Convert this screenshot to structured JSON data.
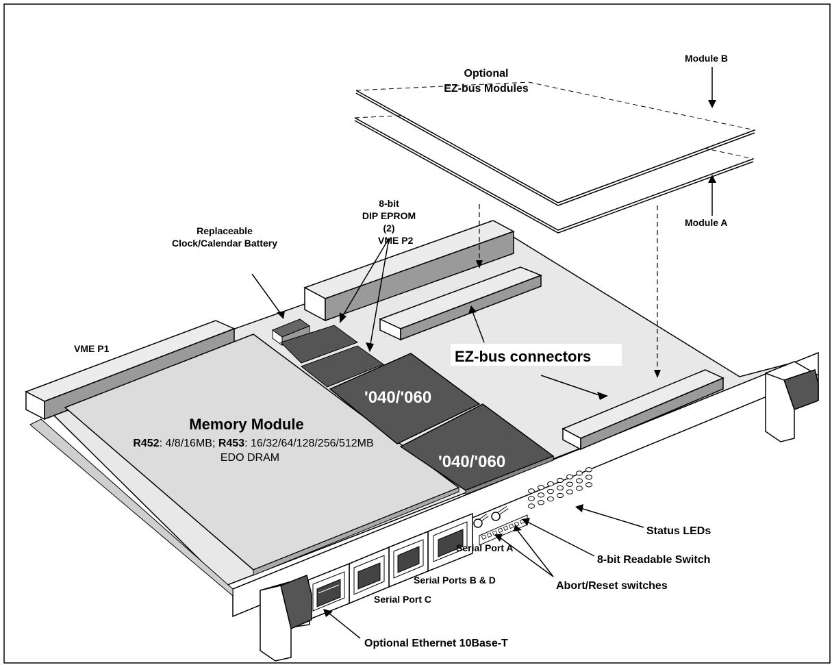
{
  "labels": {
    "optional_modules": [
      "Optional",
      "EZ-bus Modules"
    ],
    "module_b": "Module B",
    "module_a": "Module A",
    "dip_eprom": [
      "8-bit",
      "DIP EPROM",
      "(2)"
    ],
    "battery": [
      "Replaceable",
      "Clock/Calendar Battery"
    ],
    "vme_p2": "VME P2",
    "vme_p1": "VME P1",
    "ezbus_connectors": "EZ-bus connectors",
    "cpu_1": "'040/'060",
    "cpu_2": "'040/'060",
    "memory_title": "Memory Module",
    "memory_r452_bold": "R452",
    "memory_r452_text": ": 4/8/16MB; ",
    "memory_r453_bold": "R453",
    "memory_r453_text": ": 16/32/64/128/256/512MB",
    "memory_type": "EDO DRAM",
    "status_leds": "Status LEDs",
    "readable_switch": "8-bit Readable Switch",
    "serial_port_a": "Serial Port A",
    "serial_ports_bd": "Serial Ports B & D",
    "serial_port_c": "Serial Port C",
    "abort_reset": "Abort/Reset switches",
    "ethernet": "Optional Ethernet 10Base-T"
  },
  "colors": {
    "board": "#e8e8e8",
    "memory_module": "#dcdcdc",
    "chip": "#555555",
    "connector_light": "#ececec",
    "connector_dark": "#9a9a9a",
    "panel": "#ffffff"
  }
}
